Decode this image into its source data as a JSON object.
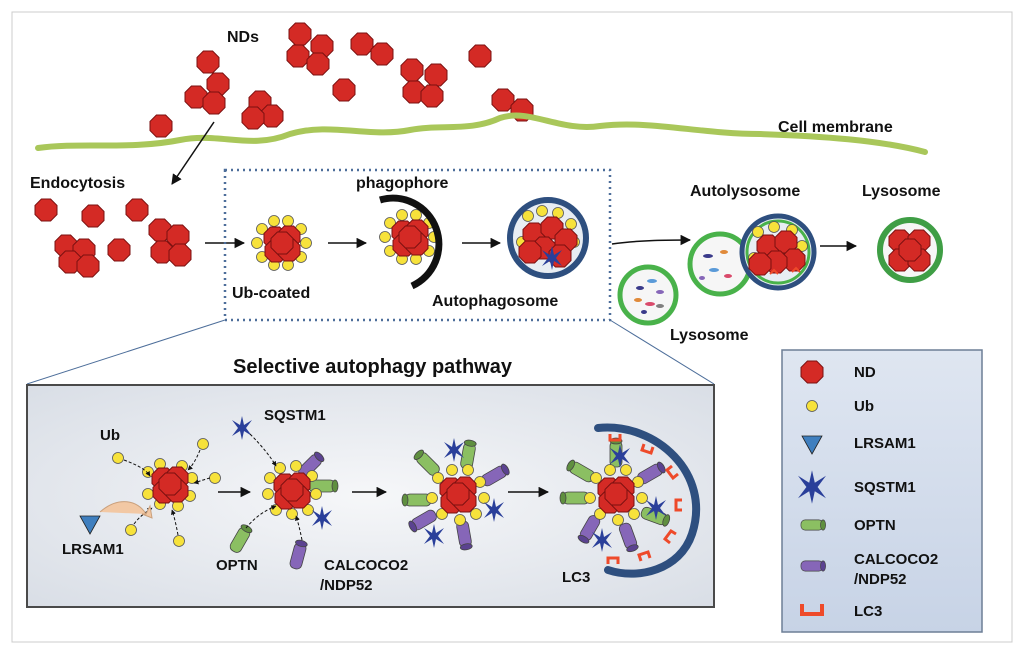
{
  "labels": {
    "nds": "NDs",
    "cell_membrane": "Cell membrane",
    "endocytosis": "Endocytosis",
    "phagophore": "phagophore",
    "ub_coated": "Ub-coated",
    "autophagosome": "Autophagosome",
    "autolysosome": "Autolysosome",
    "lysosome_right": "Lysosome",
    "lysosome_bottom": "Lysosome",
    "selective_title": "Selective autophagy pathway"
  },
  "inset": {
    "ub": "Ub",
    "lrsam1": "LRSAM1",
    "sqstm1": "SQSTM1",
    "optn": "OPTN",
    "calcoco2_line1": "CALCOCO2",
    "calcoco2_line2": "/NDP52",
    "lc3": "LC3"
  },
  "legend": {
    "items": [
      {
        "icon": "nd-octagon-icon",
        "label": "ND"
      },
      {
        "icon": "ub-circle-icon",
        "label": "Ub"
      },
      {
        "icon": "lrsam1-triangle-icon",
        "label": "LRSAM1"
      },
      {
        "icon": "sqstm1-star-icon",
        "label": "SQSTM1"
      },
      {
        "icon": "optn-cylinder-icon",
        "label": "OPTN"
      },
      {
        "icon": "calcoco2-cylinder-icon",
        "label": "CALCOCO2",
        "label2": "/NDP52"
      },
      {
        "icon": "lc3-bracket-icon",
        "label": "LC3"
      }
    ]
  },
  "colors": {
    "nd": "#d42a25",
    "nd_stroke": "#7a1010",
    "ub": "#f7e23b",
    "lrsam1": "#3f7fbf",
    "sqstm1": "#2a3f9a",
    "optn": "#8bbf62",
    "calcoco2": "#8666b8",
    "lc3": "#ee4a2a",
    "membrane": "#a9c75a",
    "lysosome_ring": "#3f9e45",
    "autophagosome_ring": "#2e4f7f"
  }
}
